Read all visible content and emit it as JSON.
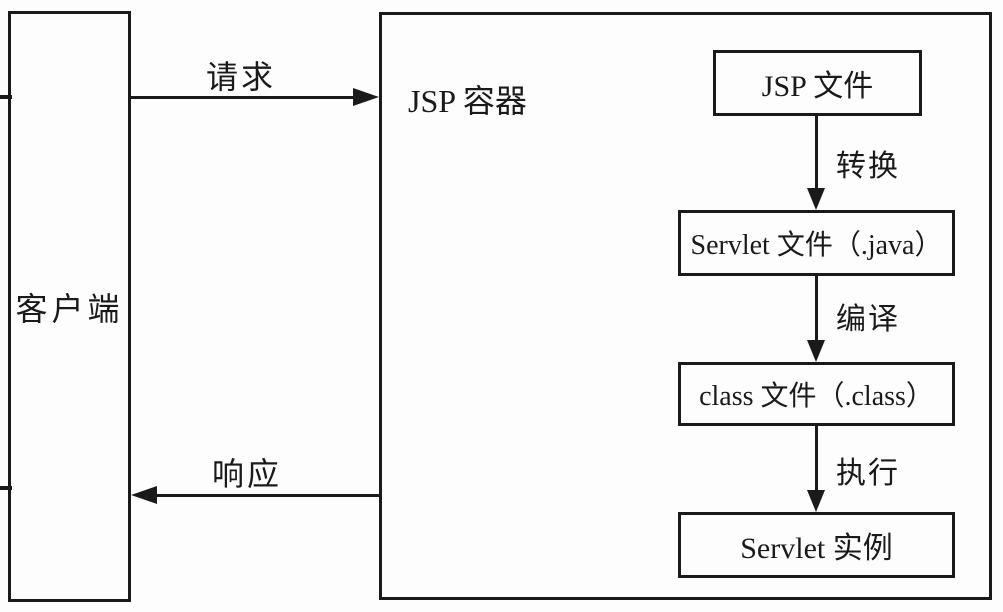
{
  "client": {
    "label": "客户端"
  },
  "container": {
    "label": "JSP 容器"
  },
  "request": {
    "label": "请求"
  },
  "response": {
    "label": "响应"
  },
  "flow": {
    "steps": [
      {
        "label": "JSP 文件"
      },
      {
        "label": "Servlet 文件（.java）"
      },
      {
        "label": "class 文件（.class）"
      },
      {
        "label": "Servlet 实例"
      }
    ],
    "arrows": [
      {
        "label": "转换"
      },
      {
        "label": "编译"
      },
      {
        "label": "执行"
      }
    ]
  },
  "colors": {
    "line": "#1a1a1a",
    "text": "#1a1a1a",
    "background": "#fdfdfd"
  }
}
